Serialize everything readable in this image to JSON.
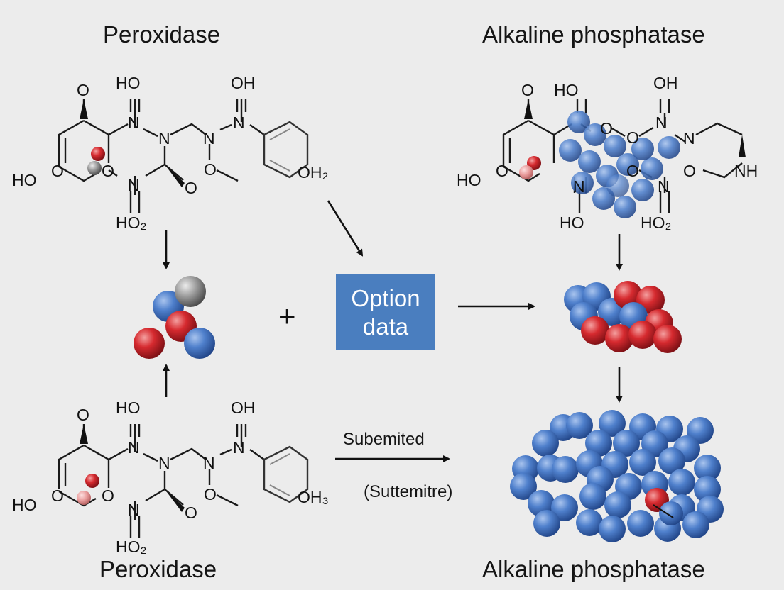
{
  "titles": {
    "top_left": "Peroxidase",
    "top_right": "Alkaline phosphatase",
    "bottom_left": "Peroxidase",
    "bottom_right": "Alkaline phosphatase"
  },
  "center_box": {
    "line1": "Option",
    "line2": "data",
    "color": "#4a7ebf"
  },
  "plus_sign": "+",
  "arrow_label": {
    "top": "Subemited",
    "bottom": "(Suttemitre)"
  },
  "molecule_top_left": {
    "labels": [
      "O",
      "HO",
      "OH",
      "N",
      "N",
      "N",
      "N",
      "HO",
      "O",
      "O",
      "O",
      "N",
      "O",
      "OH2",
      "HO2"
    ]
  },
  "molecule_bottom_left": {
    "labels": [
      "O",
      "HO",
      "OH",
      "N",
      "N",
      "N",
      "N",
      "HO",
      "O",
      "O",
      "O",
      "N",
      "O",
      "OH3",
      "HO2"
    ]
  },
  "molecule_top_right": {
    "labels": [
      "O",
      "HO",
      "OH",
      "O",
      "O",
      "N",
      "N",
      "HO",
      "O",
      "O",
      "O",
      "NH",
      "N",
      "N",
      "HO",
      "HO2"
    ]
  },
  "atom_colors": {
    "red": "#d0232b",
    "blue": "#3f73c4",
    "gray": "#8a8a8a"
  }
}
